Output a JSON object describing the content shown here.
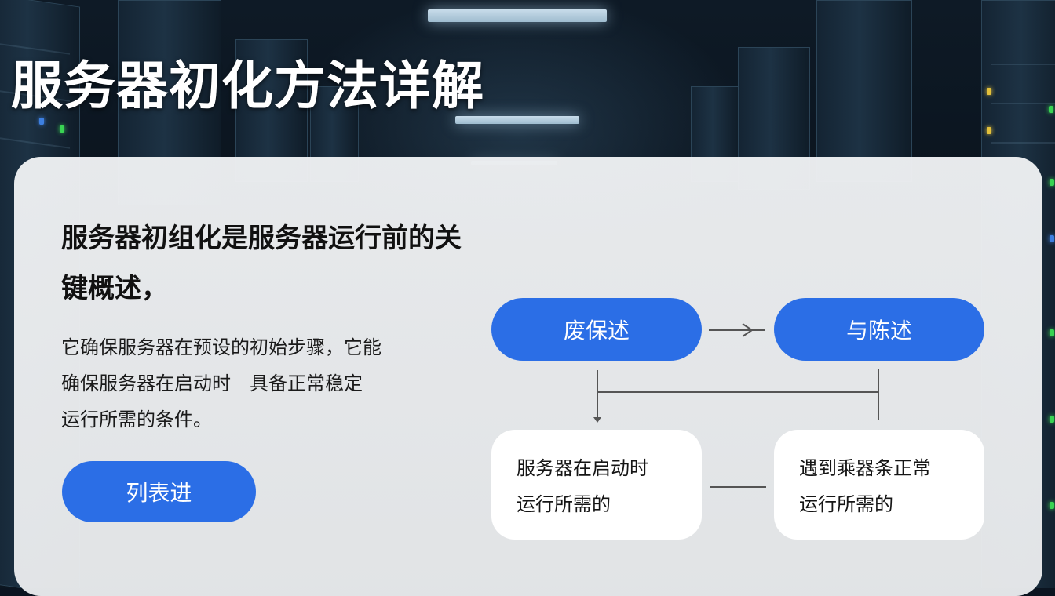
{
  "header": {
    "title": "服务器初化方法详解"
  },
  "panel": {
    "heading": "服务器初组化是服务器运行前的关键概述，",
    "heading_lines": [
      "服务器初组化是服务器运行前的关",
      "键概述，"
    ],
    "body_lines": [
      "它确保服务器在预设的初始步骤，它能",
      "确保服务器在启动时　具备正常稳定",
      "运行所需的条件。"
    ],
    "cta_label": "列表进"
  },
  "diagram": {
    "nodes": [
      {
        "id": "n1",
        "label": "废保述",
        "type": "pill"
      },
      {
        "id": "n2",
        "label": "与陈述",
        "type": "pill"
      },
      {
        "id": "n3",
        "lines": [
          "服务器在启动时",
          "运行所需的"
        ],
        "type": "card"
      },
      {
        "id": "n4",
        "lines": [
          "遇到乘器条正常",
          "运行所需的"
        ],
        "type": "card"
      }
    ],
    "edges": [
      {
        "from": "n1",
        "to": "n2",
        "style": "arrow"
      },
      {
        "from": "n1",
        "to": "n3",
        "style": "arrow-down"
      },
      {
        "from": "n2",
        "to": "n1-n3",
        "style": "elbow-line"
      },
      {
        "from": "n3",
        "to": "n4",
        "style": "line"
      }
    ]
  },
  "colors": {
    "accent": "#2b6ee6",
    "panel": "#eceef0",
    "background": "#0b1420",
    "title": "#ffffff",
    "connector": "#555555"
  }
}
